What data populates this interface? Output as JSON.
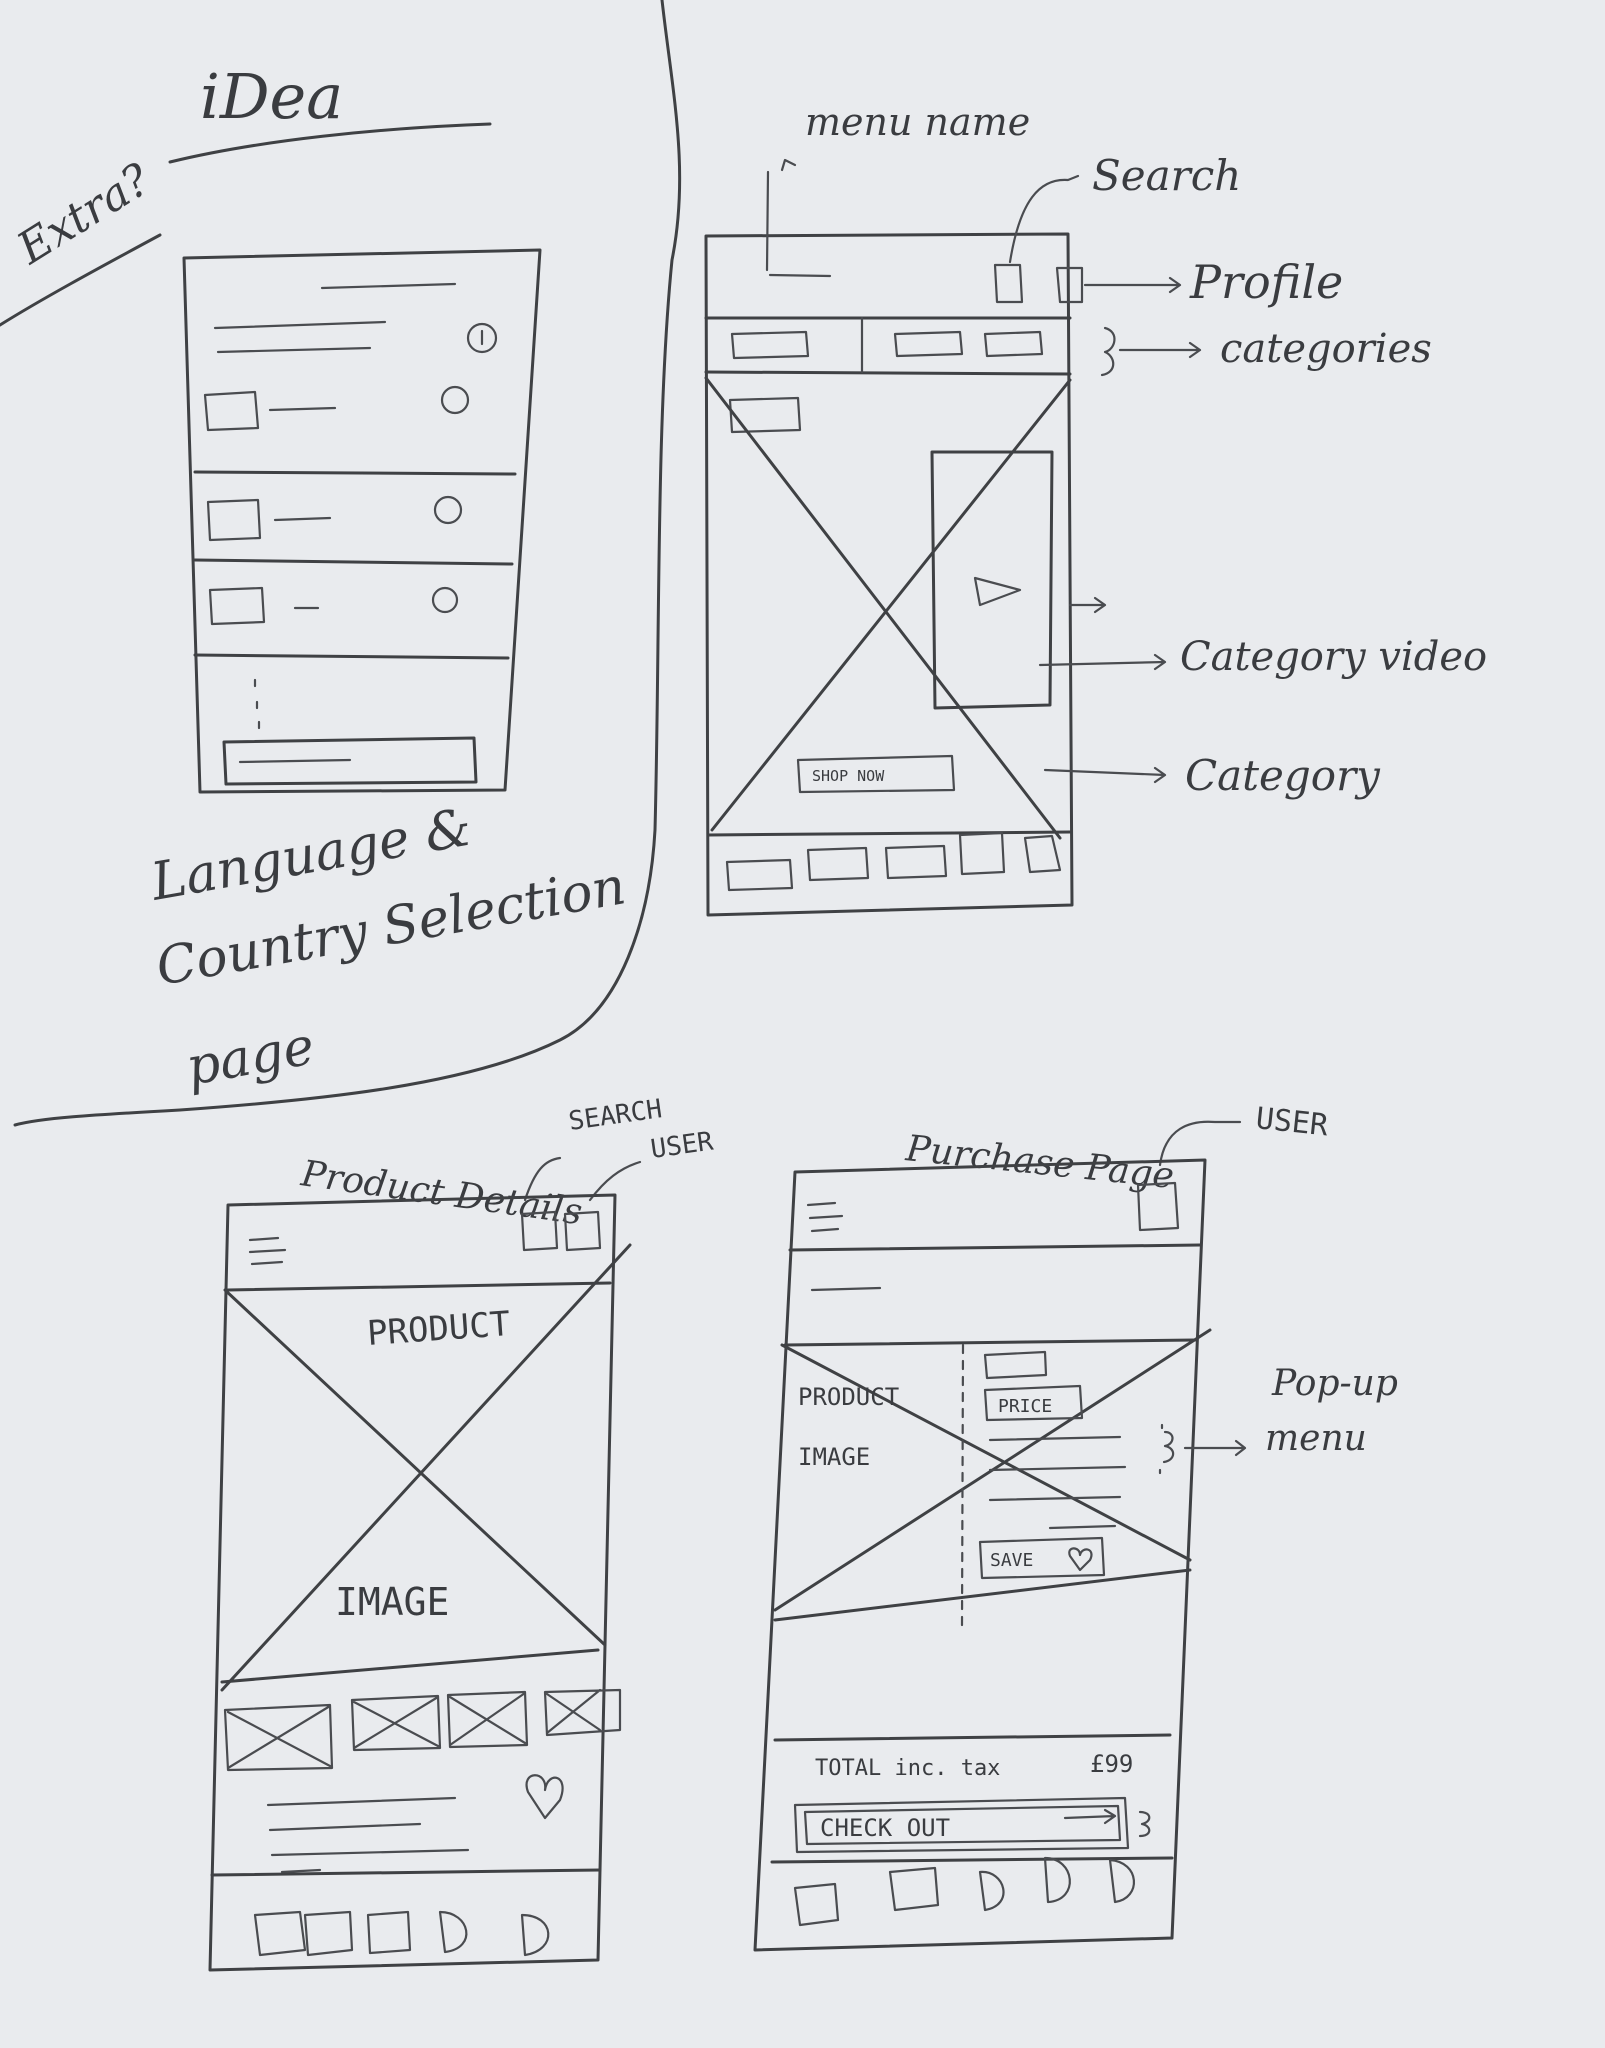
{
  "title": "iDea",
  "extra_note": "Extra?",
  "language_page": {
    "caption_line1": "Language &",
    "caption_line2": "Country Selection",
    "caption_line3": "page"
  },
  "home_page": {
    "annotations": {
      "menu_name": "menu name",
      "search": "Search",
      "profile": "Profile",
      "categories": "categories",
      "category_video": "Category video",
      "category": "Category"
    },
    "shop_now": "SHOP NOW"
  },
  "product_details": {
    "heading": "Product Details",
    "search": "SEARCH",
    "user": "USER",
    "product_word": "PRODUCT",
    "image_word": "IMAGE"
  },
  "purchase_page": {
    "heading": "Purchase Page",
    "user": "USER",
    "product_image_line1": "PRODUCT",
    "product_image_line2": "IMAGE",
    "price": "PRICE",
    "save": "SAVE",
    "popup_line1": "Pop-up",
    "popup_line2": "menu",
    "total_label": "TOTAL inc. tax",
    "total_value": "£99",
    "checkout": "CHECK OUT"
  }
}
